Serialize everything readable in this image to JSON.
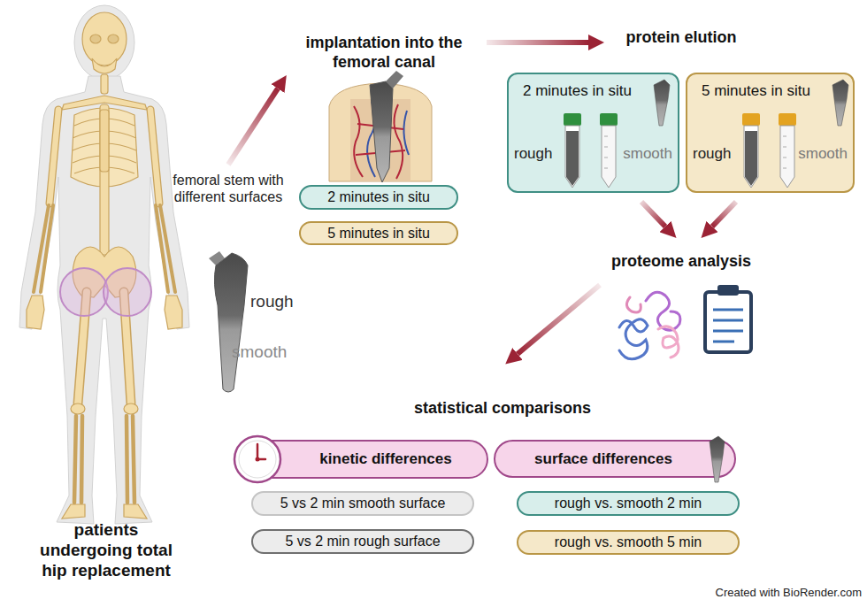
{
  "diagram": {
    "nodes": [
      {
        "text": [
          "2 minutes in situ"
        ]
      },
      {
        "text": [
          "5 minutes in situ"
        ]
      },
      {
        "text": [
          "2 minutes in situ",
          "rough",
          "smooth"
        ]
      },
      {
        "text": [
          "5 minutes in situ",
          "rough",
          "smooth"
        ]
      },
      {
        "text": [
          "kinetic differences"
        ]
      },
      {
        "text": [
          "surface differences"
        ]
      },
      {
        "text": [
          "5 vs 2 min smooth surface"
        ]
      },
      {
        "text": [
          "5 vs 2 min rough surface"
        ]
      },
      {
        "text": [
          "rough vs. smooth 2 min"
        ]
      },
      {
        "text": [
          "rough vs. smooth 5 min"
        ]
      }
    ],
    "labels": [
      "implantation into the femoral canal",
      "protein elution",
      "proteome analysis",
      "statistical comparisons",
      "femoral stem with different surfaces",
      "rough",
      "smooth",
      "patients undergoing total hip replacement",
      "Created with BioRender.com"
    ]
  }
}
